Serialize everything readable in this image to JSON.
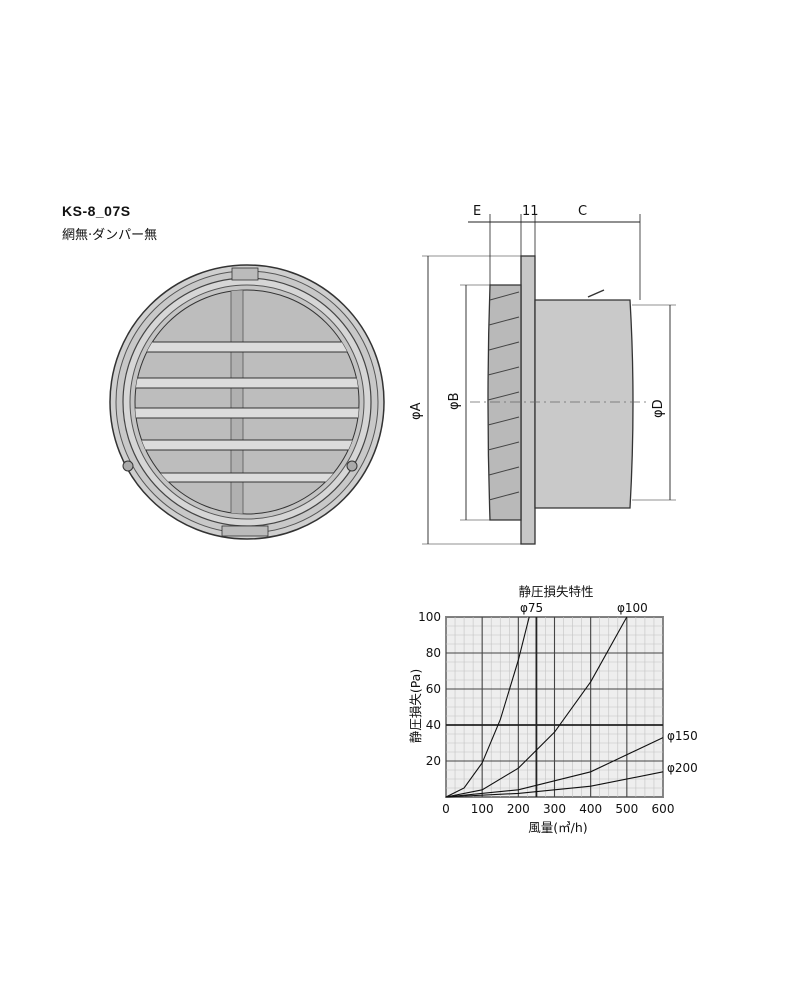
{
  "product": {
    "model": "KS-8_07S",
    "feature": "網無·ダンパー無"
  },
  "side_view": {
    "dimensions": {
      "e": "E",
      "flange": "11",
      "c": "C",
      "a": "φA",
      "b": "φB",
      "d": "φD"
    }
  },
  "chart_data": {
    "type": "line",
    "title": "静圧損失特性",
    "xlabel": "風量(㎥/h)",
    "ylabel": "静圧損失(Pa)",
    "xlim": [
      0,
      600
    ],
    "ylim": [
      0,
      100
    ],
    "x_ticks": [
      "0",
      "100",
      "200",
      "300",
      "400",
      "500",
      "600"
    ],
    "y_ticks": [
      "20",
      "40",
      "60",
      "80",
      "100"
    ],
    "grid": true,
    "series": [
      {
        "name": "φ75",
        "x": [
          0,
          50,
          100,
          150,
          200,
          230
        ],
        "y": [
          0,
          5,
          19,
          43,
          76,
          100
        ]
      },
      {
        "name": "φ100",
        "x": [
          0,
          100,
          200,
          300,
          400,
          500
        ],
        "y": [
          0,
          4,
          16,
          36,
          64,
          100
        ]
      },
      {
        "name": "φ150",
        "x": [
          0,
          200,
          400,
          600
        ],
        "y": [
          0,
          4,
          14,
          33
        ]
      },
      {
        "name": "φ200",
        "x": [
          0,
          200,
          400,
          600
        ],
        "y": [
          0,
          2,
          6,
          14
        ]
      }
    ]
  }
}
